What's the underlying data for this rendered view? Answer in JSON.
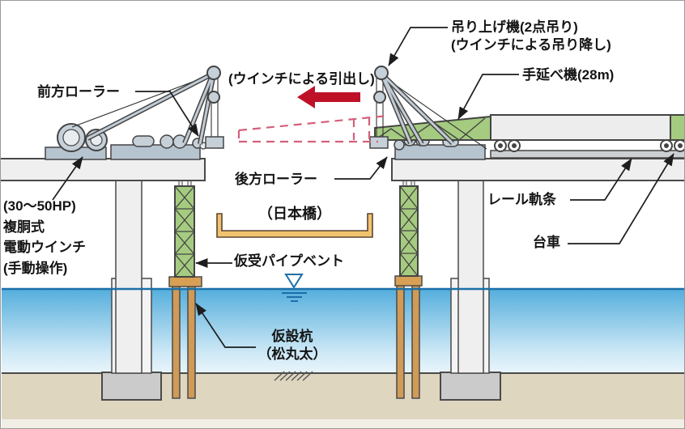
{
  "figure": {
    "description": "incremental-launching erection diagram of a girder over Nihonbashi",
    "labels": {
      "lift_machine": "吊り上げ機(2点吊り)\n(ウインチによる吊り降し)",
      "launching_nose": "手延べ機(28m)",
      "winch_pullout": "(ウインチによる引出し)",
      "front_roller": "前方ローラー",
      "rear_roller": "後方ローラー",
      "rail_track": "レール軌条",
      "bogie": "台車",
      "electric_winch": "(30〜50HP)\n複胴式\n電動ウインチ\n(手動操作)",
      "bridge_name": "（日本橋）",
      "pipe_bent": "仮受パイプベント",
      "temporary_piles": "仮設杭\n（松丸太）"
    },
    "colors": {
      "outline": "#444444",
      "steel_light": "#EFEFEF",
      "equipment_gray": "#C6D0D9",
      "base_gray": "#B6C4D0",
      "green_truss": "#A5CB80",
      "wood_tan": "#D09A57",
      "channel_tan": "#F2C36F",
      "water_line": "#1B6FA8",
      "water_top": "#54AEDC",
      "water_bottom": "#E2F2FA",
      "ground": "#DFD6C0",
      "red_arrow": "#BE1128",
      "phantom_red": "#D4607A"
    }
  }
}
